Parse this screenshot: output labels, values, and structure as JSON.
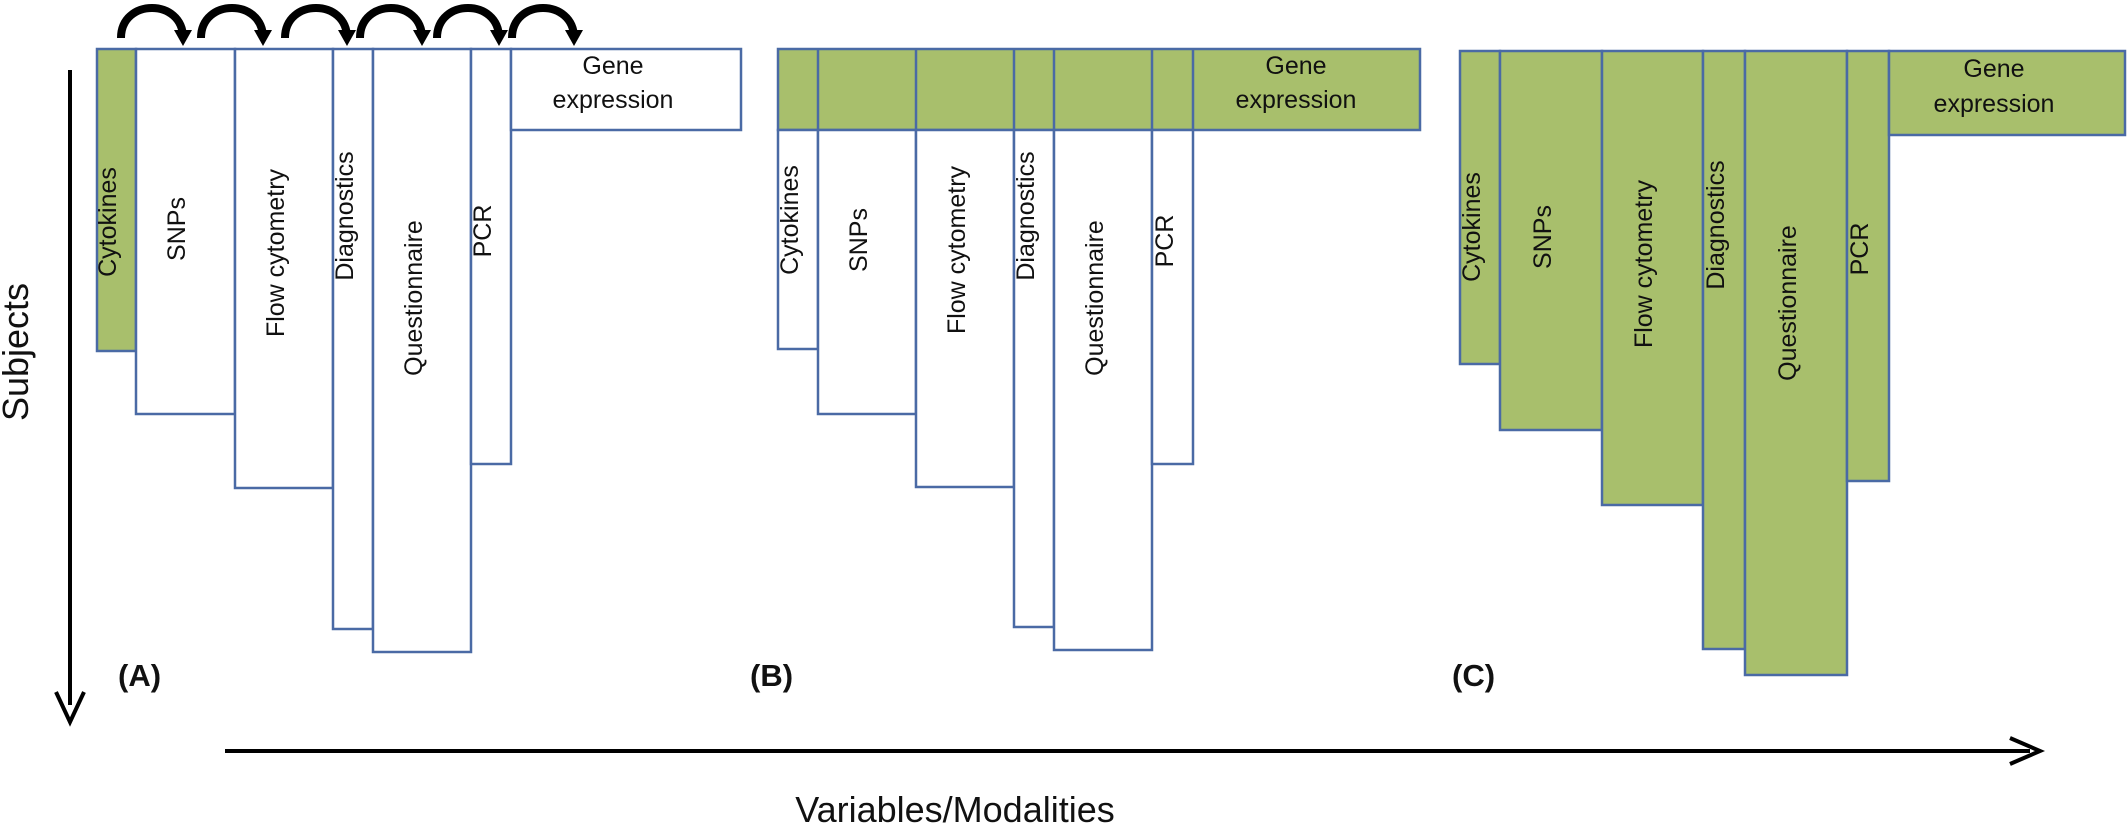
{
  "modalities": {
    "cytokines": "Cytokines",
    "snps": "SNPs",
    "flow_cytometry": "Flow cytometry",
    "diagnostics": "Diagnostics",
    "questionnaire": "Questionnaire",
    "pcr": "PCR",
    "gene_expression_line1": "Gene",
    "gene_expression_line2": "expression"
  },
  "panels": {
    "a": "(A)",
    "b": "(B)",
    "c": "(C)"
  },
  "axes": {
    "y_label": "Subjects",
    "x_label": "Variables/Modalities"
  },
  "colors": {
    "filled": "#a8bf6c",
    "empty": "#ffffff",
    "border": "#4a6aa5"
  }
}
